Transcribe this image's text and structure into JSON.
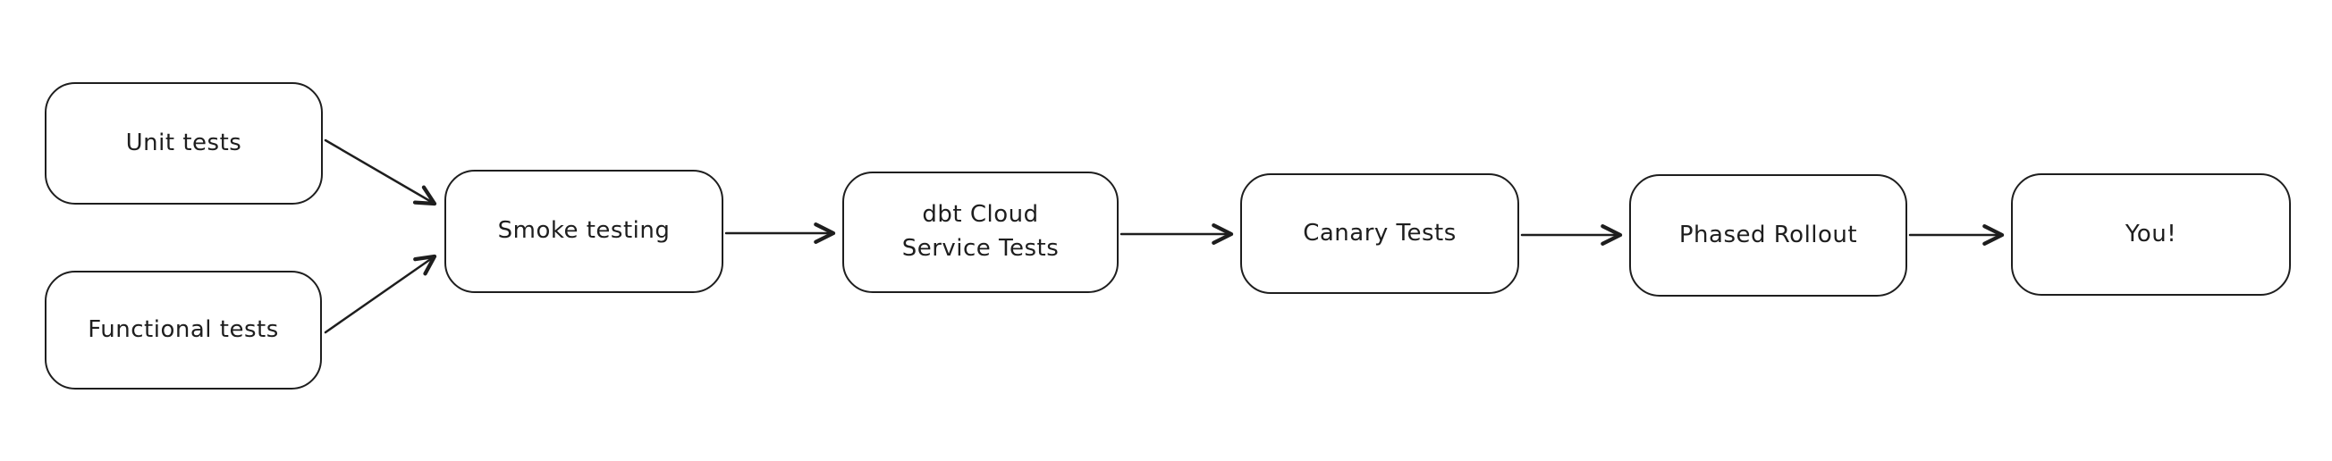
{
  "diagram": {
    "type": "flowchart",
    "style": "hand-drawn",
    "stroke_color": "#1e1e1e",
    "background_color": "#ffffff",
    "nodes": [
      {
        "id": "unit-tests",
        "label": "Unit tests"
      },
      {
        "id": "functional-tests",
        "label": "Functional tests"
      },
      {
        "id": "smoke-testing",
        "label": "Smoke testing"
      },
      {
        "id": "dbt-cloud-service-tests",
        "label": "dbt Cloud\nService Tests"
      },
      {
        "id": "canary-tests",
        "label": "Canary Tests"
      },
      {
        "id": "phased-rollout",
        "label": "Phased Rollout"
      },
      {
        "id": "you",
        "label": "You!"
      }
    ],
    "edges": [
      {
        "from": "unit-tests",
        "to": "smoke-testing"
      },
      {
        "from": "functional-tests",
        "to": "smoke-testing"
      },
      {
        "from": "smoke-testing",
        "to": "dbt-cloud-service-tests"
      },
      {
        "from": "dbt-cloud-service-tests",
        "to": "canary-tests"
      },
      {
        "from": "canary-tests",
        "to": "phased-rollout"
      },
      {
        "from": "phased-rollout",
        "to": "you"
      }
    ]
  }
}
